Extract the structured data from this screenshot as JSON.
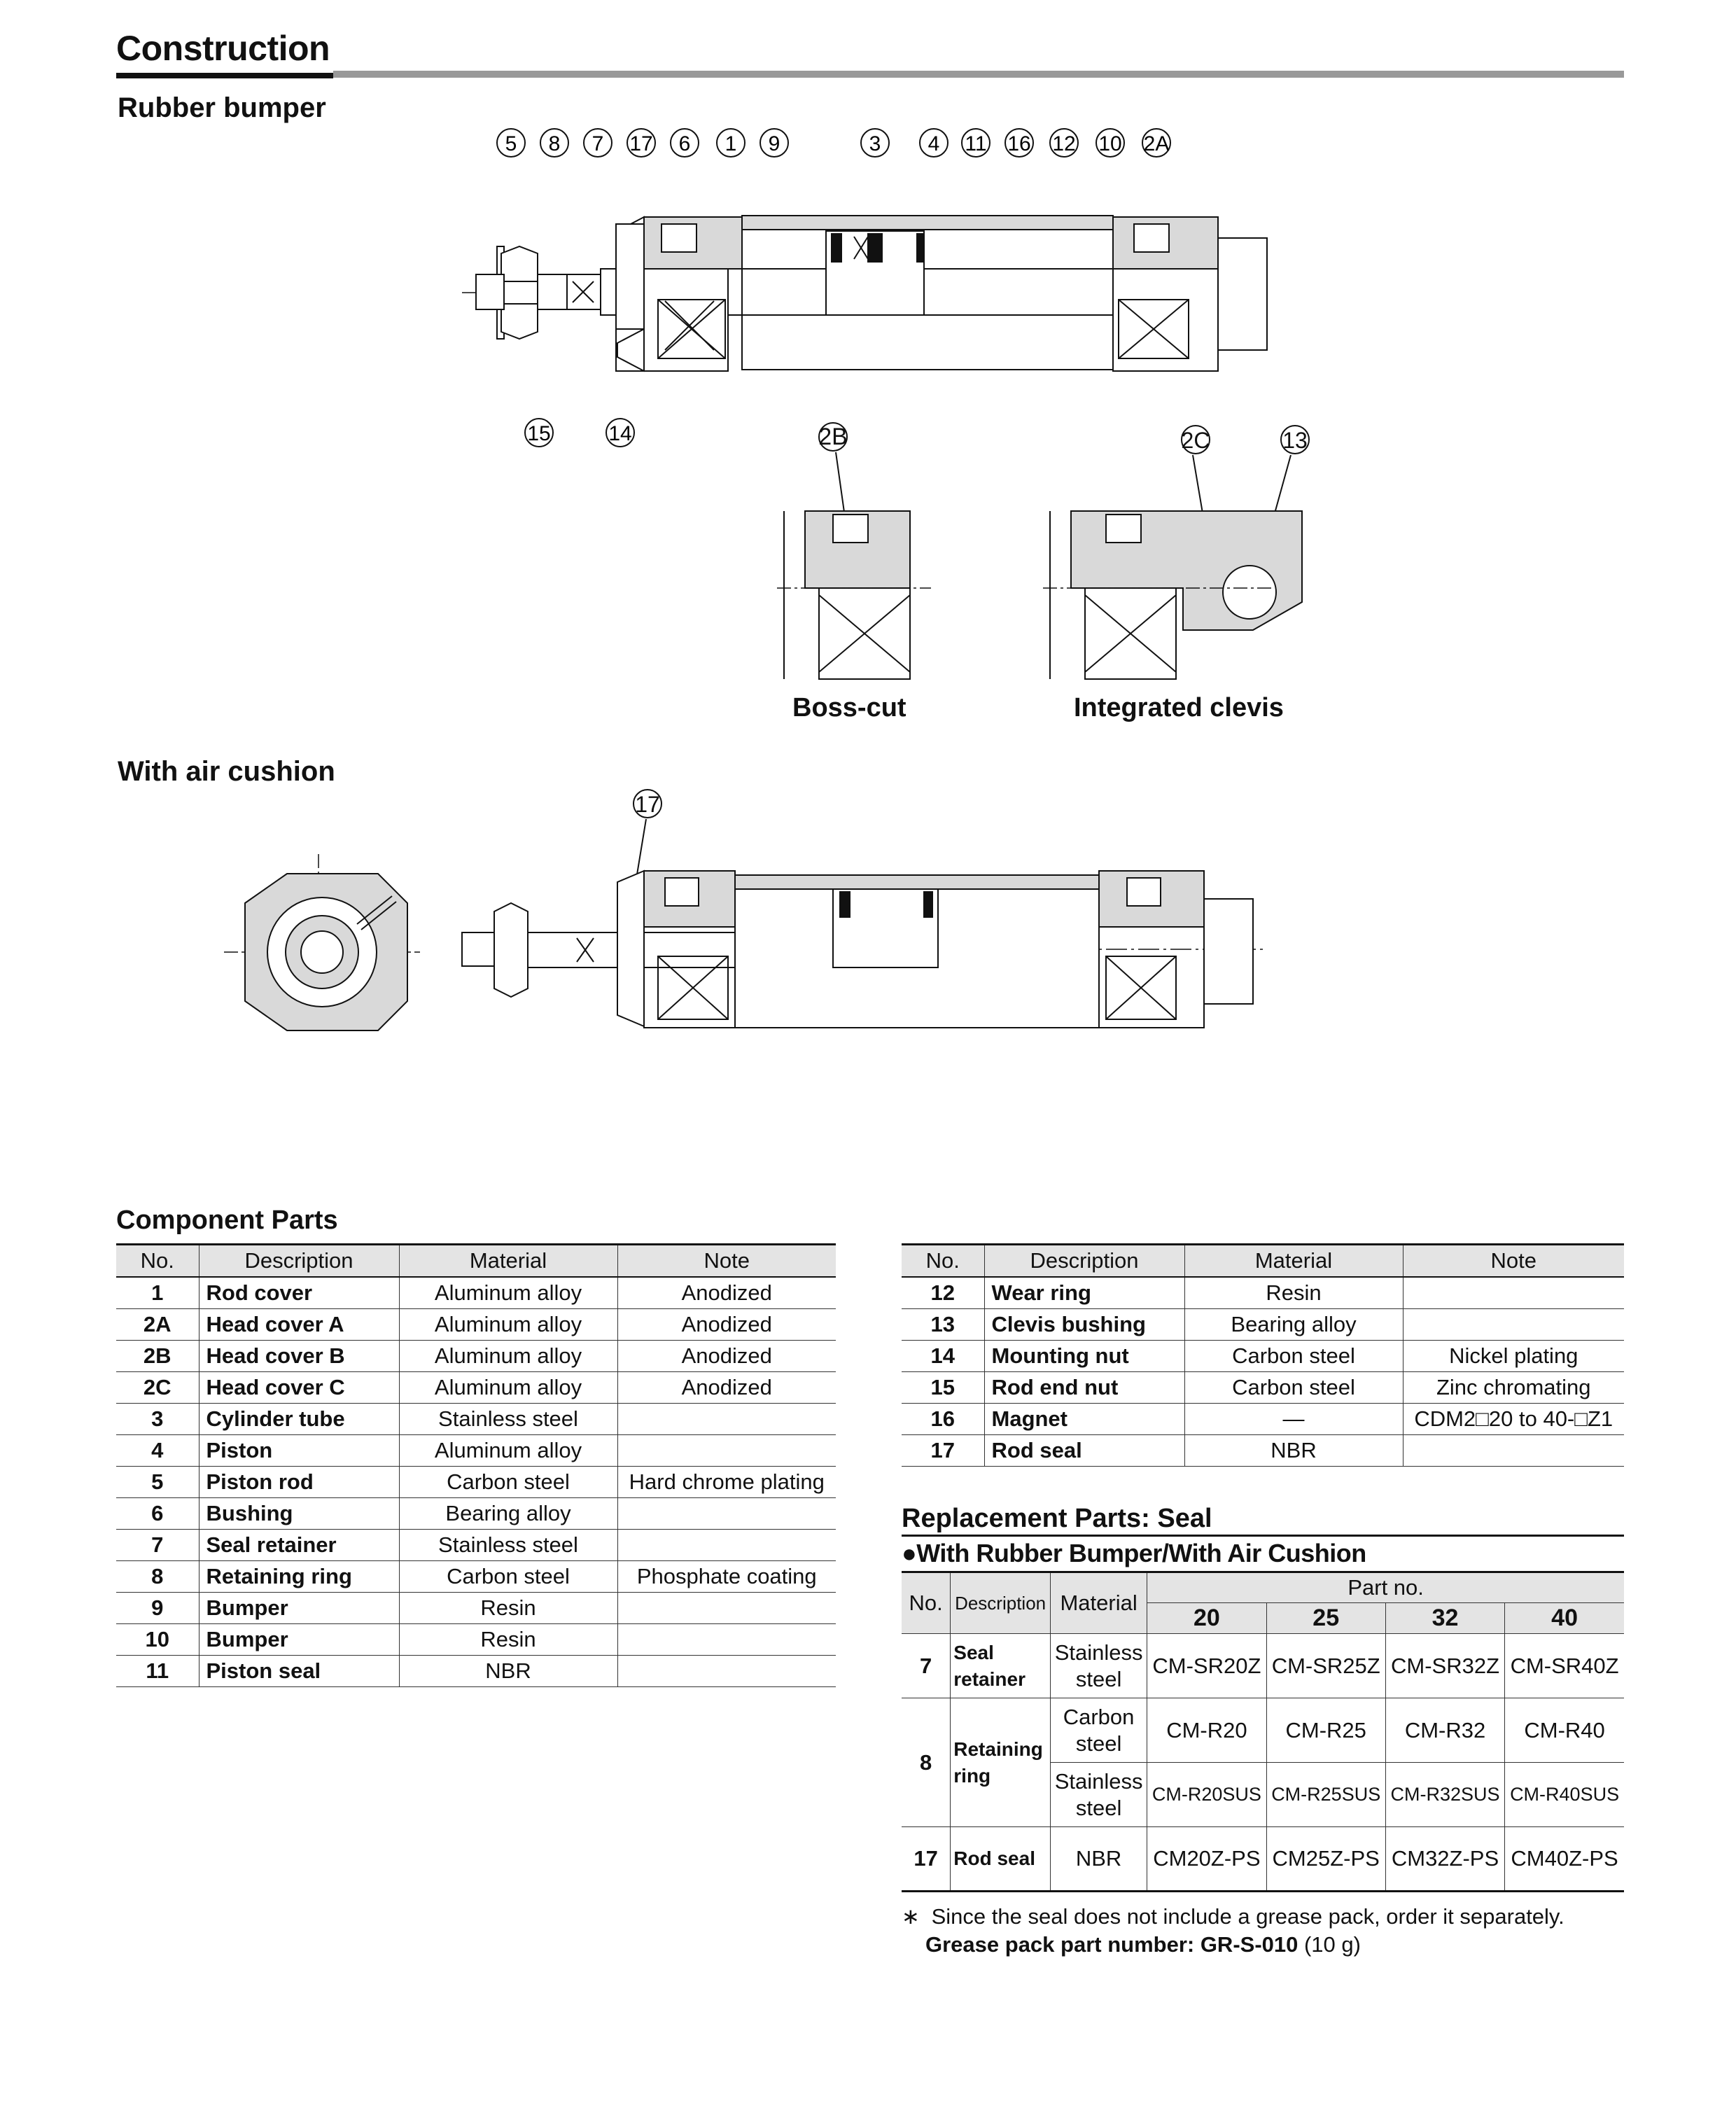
{
  "page": {
    "title": "Construction",
    "rubber_bumper": "Rubber bumper",
    "with_air_cushion": "With air cushion",
    "boss_cut": "Boss-cut",
    "integrated_clevis": "Integrated clevis"
  },
  "callouts_top": [
    "5",
    "8",
    "7",
    "17",
    "6",
    "1",
    "9",
    "3",
    "4",
    "11",
    "16",
    "12",
    "10",
    "2A"
  ],
  "callouts_bottom": [
    "15",
    "14"
  ],
  "callout_2b": "2B",
  "callout_2c": "2C",
  "callout_13": "13",
  "callout_cushion": "17",
  "component_parts": {
    "title": "Component Parts",
    "headers": [
      "No.",
      "Description",
      "Material",
      "Note"
    ],
    "rows_left": [
      {
        "no": "1",
        "desc": "Rod cover",
        "material": "Aluminum alloy",
        "note": "Anodized"
      },
      {
        "no": "2A",
        "desc": "Head cover A",
        "material": "Aluminum alloy",
        "note": "Anodized"
      },
      {
        "no": "2B",
        "desc": "Head cover B",
        "material": "Aluminum alloy",
        "note": "Anodized"
      },
      {
        "no": "2C",
        "desc": "Head cover C",
        "material": "Aluminum alloy",
        "note": "Anodized"
      },
      {
        "no": "3",
        "desc": "Cylinder tube",
        "material": "Stainless steel",
        "note": ""
      },
      {
        "no": "4",
        "desc": "Piston",
        "material": "Aluminum alloy",
        "note": ""
      },
      {
        "no": "5",
        "desc": "Piston rod",
        "material": "Carbon steel",
        "note": "Hard chrome plating"
      },
      {
        "no": "6",
        "desc": "Bushing",
        "material": "Bearing alloy",
        "note": ""
      },
      {
        "no": "7",
        "desc": "Seal retainer",
        "material": "Stainless steel",
        "note": ""
      },
      {
        "no": "8",
        "desc": "Retaining ring",
        "material": "Carbon steel",
        "note": "Phosphate coating"
      },
      {
        "no": "9",
        "desc": "Bumper",
        "material": "Resin",
        "note": ""
      },
      {
        "no": "10",
        "desc": "Bumper",
        "material": "Resin",
        "note": ""
      },
      {
        "no": "11",
        "desc": "Piston seal",
        "material": "NBR",
        "note": ""
      }
    ],
    "rows_right": [
      {
        "no": "12",
        "desc": "Wear ring",
        "material": "Resin",
        "note": ""
      },
      {
        "no": "13",
        "desc": "Clevis bushing",
        "material": "Bearing alloy",
        "note": ""
      },
      {
        "no": "14",
        "desc": "Mounting nut",
        "material": "Carbon steel",
        "note": "Nickel plating"
      },
      {
        "no": "15",
        "desc": "Rod end nut",
        "material": "Carbon steel",
        "note": "Zinc chromating"
      },
      {
        "no": "16",
        "desc": "Magnet",
        "material": "—",
        "note": "CDM2□20 to 40-□Z1"
      },
      {
        "no": "17",
        "desc": "Rod seal",
        "material": "NBR",
        "note": ""
      }
    ]
  },
  "replacement": {
    "title": "Replacement Parts: Seal",
    "subtitle": "●With Rubber Bumper/With Air Cushion",
    "h_no": "No.",
    "h_desc": "Description",
    "h_material": "Material",
    "h_partno": "Part no.",
    "sizes": [
      "20",
      "25",
      "32",
      "40"
    ],
    "r7": {
      "no": "7",
      "desc_1": "Seal",
      "desc_2": "retainer",
      "mat_1": "Stainless",
      "mat_2": "steel",
      "parts": [
        "CM-SR20Z",
        "CM-SR25Z",
        "CM-SR32Z",
        "CM-SR40Z"
      ]
    },
    "r8": {
      "no": "8",
      "desc_1": "Retaining",
      "desc_2": "ring",
      "mat_a1": "Carbon",
      "mat_a2": "steel",
      "parts_a": [
        "CM-R20",
        "CM-R25",
        "CM-R32",
        "CM-R40"
      ],
      "mat_b1": "Stainless",
      "mat_b2": "steel",
      "parts_b": [
        "CM-R20SUS",
        "CM-R25SUS",
        "CM-R32SUS",
        "CM-R40SUS"
      ]
    },
    "r17": {
      "no": "17",
      "desc": "Rod seal",
      "mat": "NBR",
      "parts": [
        "CM20Z-PS",
        "CM25Z-PS",
        "CM32Z-PS",
        "CM40Z-PS"
      ]
    },
    "note_mark": "∗",
    "note_text": "Since the seal does not include a grease pack, order it separately.",
    "grease_label": "Grease pack part number: GR-S-010",
    "grease_qty": " (10 g)"
  },
  "colors": {
    "section_grey": "#d9d9d9",
    "line": "#111111",
    "table_header": "#e4e4e4"
  }
}
